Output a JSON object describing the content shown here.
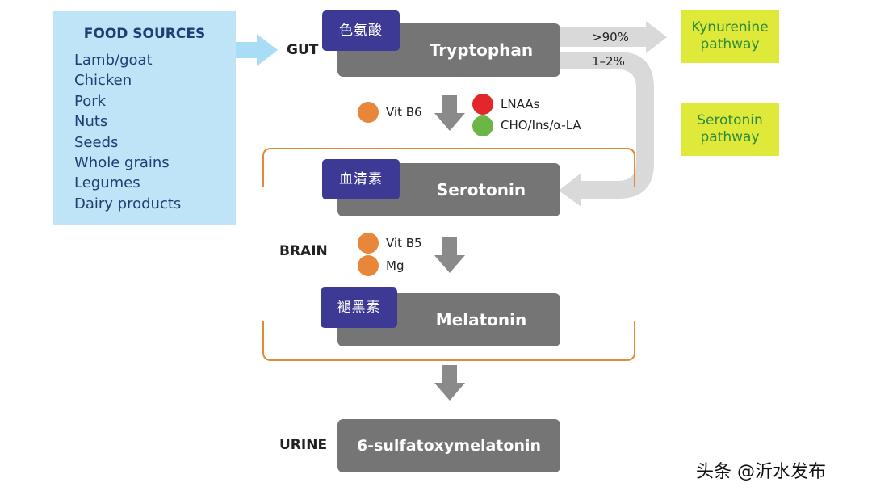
{
  "food_sources": {
    "title": "FOOD SOURCES",
    "items": [
      "Lamb/goat",
      "Chicken",
      "Pork",
      "Nuts",
      "Seeds",
      "Whole grains",
      "Legumes",
      "Dairy products"
    ]
  },
  "regions": {
    "gut": "GUT",
    "brain": "BRAIN",
    "urine": "URINE"
  },
  "compounds": {
    "tryptophan": {
      "label": "Tryptophan",
      "badge": "色氨酸"
    },
    "serotonin": {
      "label": "Serotonin",
      "badge": "血清素"
    },
    "melatonin": {
      "label": "Melatonin",
      "badge": "褪黑素"
    },
    "sulfatoxymelatonin": {
      "label": "6-sulfatoxymelatonin"
    }
  },
  "cofactors": {
    "step1": [
      {
        "label": "Vit B6",
        "color": "#e8873a"
      },
      {
        "label": "LNAAs",
        "color": "#e2262b"
      },
      {
        "label": "CHO/Ins/α-LA",
        "color": "#6cb547"
      }
    ],
    "step2": [
      {
        "label": "Vit B5",
        "color": "#e8873a"
      },
      {
        "label": "Mg",
        "color": "#e8873a"
      }
    ]
  },
  "pathways": {
    "kynurenine": {
      "line1": "Kynurenine",
      "line2": "pathway",
      "percent": ">90%"
    },
    "serotonin": {
      "line1": "Serotonin",
      "line2": "pathway",
      "percent": "1–2%"
    }
  },
  "colors": {
    "food_box": "#bfe3f7",
    "food_text": "#1d3f74",
    "compound_box": "#757575",
    "badge": "#3d3a96",
    "pathway_box": "#dfe93a",
    "pathway_text": "#2e8b3a",
    "bracket": "#e2893b",
    "arrow_gray": "#8a8a8a",
    "arrow_light": "#d9d9d9",
    "arrow_blue": "#a9dcf5"
  },
  "watermark": "头条 @沂水发布"
}
